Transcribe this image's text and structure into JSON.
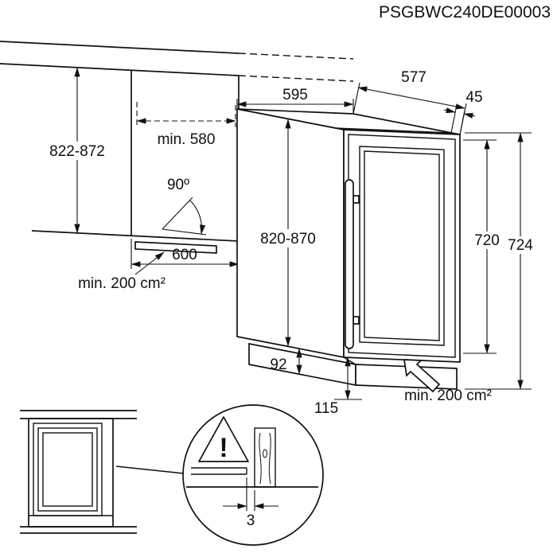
{
  "title": {
    "part_code": "PSGBWC240DE00003"
  },
  "colors": {
    "line": "#111111",
    "background": "#ffffff"
  },
  "main": {
    "niche": {
      "height": "822-872",
      "depth_min": "min. 580",
      "door_opening_angle": "90º",
      "base_width": "600",
      "ventilation_min": "min. 200 cm²"
    },
    "appliance": {
      "width": "595",
      "depth": "577",
      "door_thickness": "45",
      "height_adjustable": "820-870",
      "door_height": "720",
      "overall_height": "724",
      "plinth_recess_height": "92",
      "plinth_height": "115",
      "ventilation_min": "min. 200 cm²"
    }
  },
  "detail": {
    "warning_mark": "!",
    "side_gap": "3"
  }
}
